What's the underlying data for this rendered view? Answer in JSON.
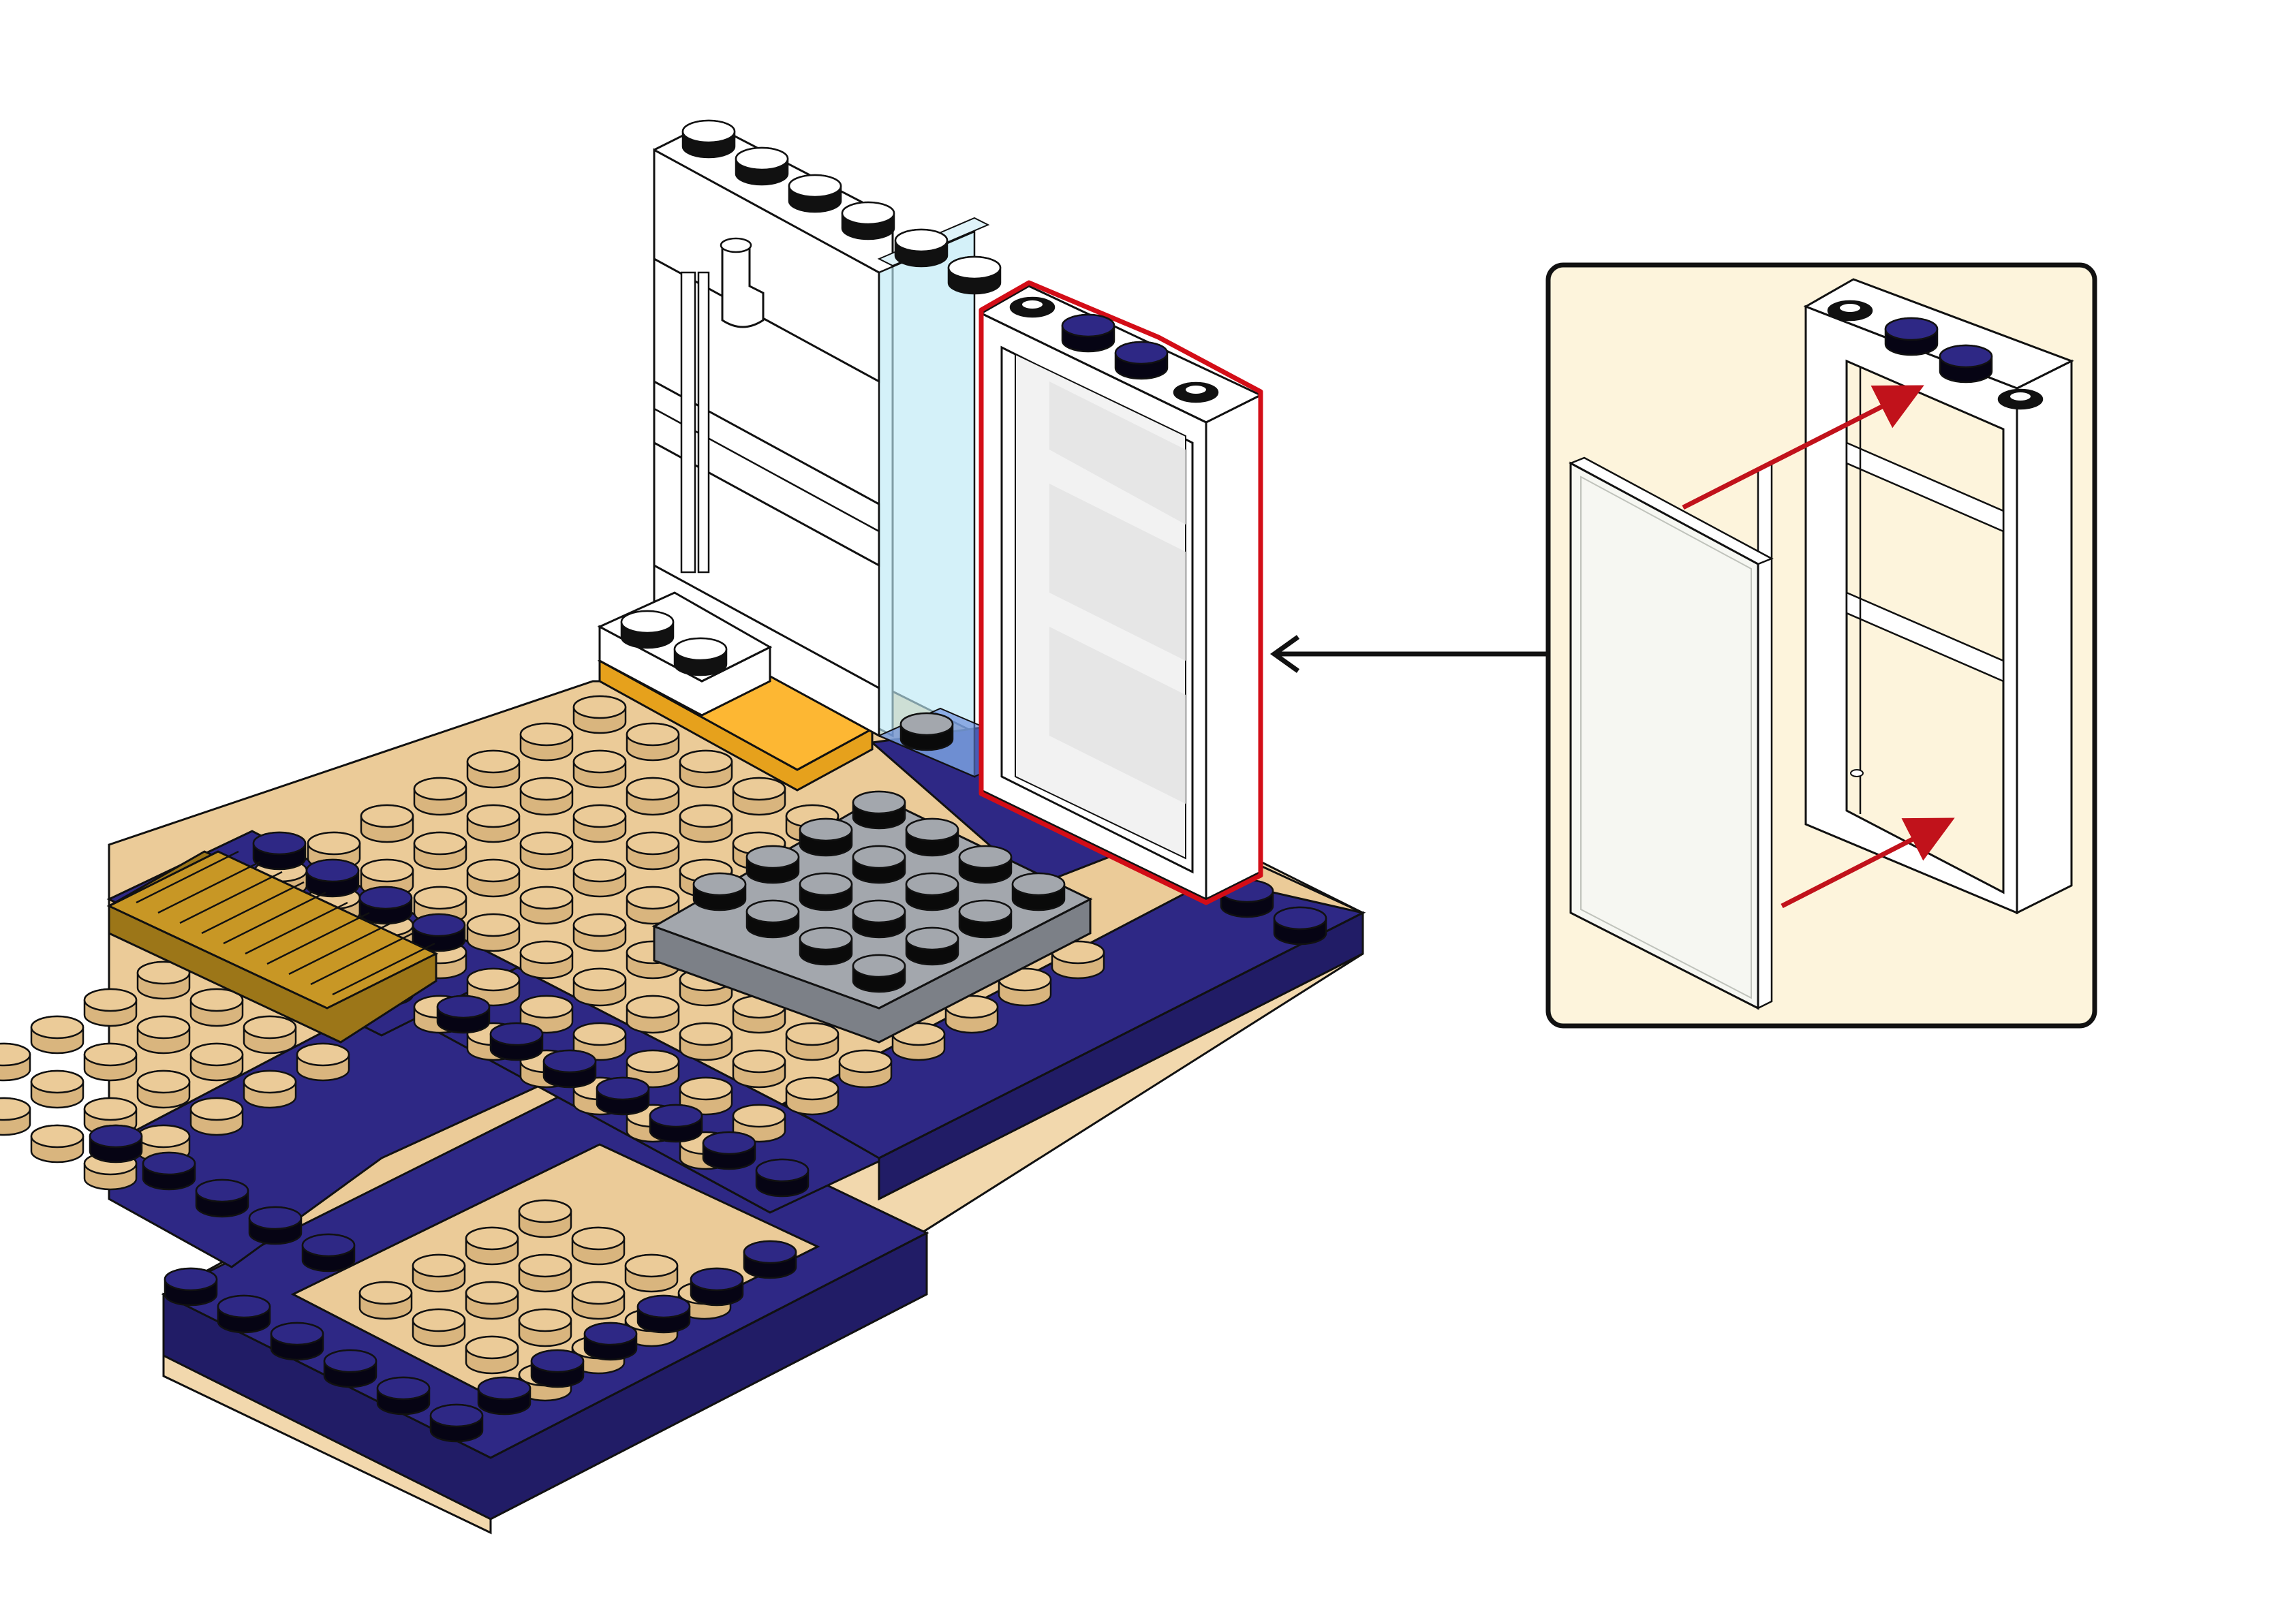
{
  "diagram": {
    "kind": "building-instruction-step",
    "colors": {
      "tan": "#EBCB98",
      "tan_side": "#F2D8AD",
      "navy": "#2E2885",
      "navy_dark": "#211C66",
      "gray": "#A3A7AD",
      "gray_dark": "#7C8087",
      "orange": "#FDB733",
      "gold": "#C89725",
      "trans_blue": "#BDE9F6",
      "callout_bg": "#FDF4DC",
      "highlight": "#D30D17",
      "arrow_red": "#C1121B",
      "outline": "#111111"
    },
    "icons": {
      "pointer": "arrow-left-icon",
      "assembly_arrows": "arrow-up-right-icon"
    },
    "callout": {
      "parts": [
        "window-frame",
        "window-glass"
      ],
      "assembly_arrow_count": 2
    },
    "highlighted_part": "window-frame"
  }
}
